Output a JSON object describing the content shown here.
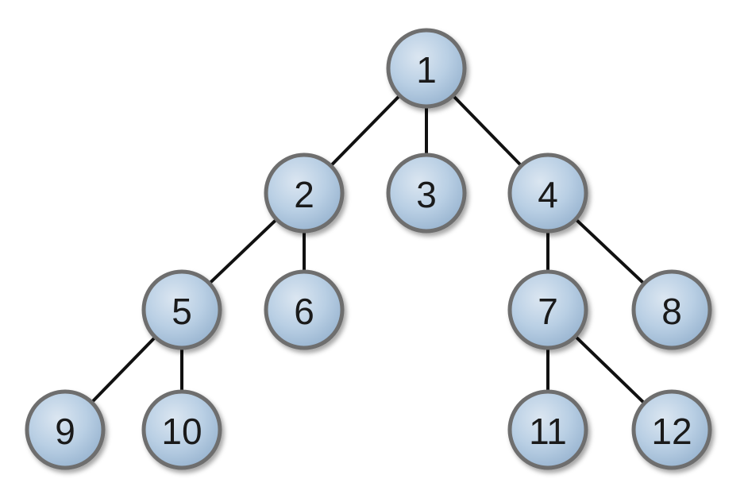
{
  "diagram": {
    "type": "tree",
    "colors": {
      "node_fill_light": "#dbe6f1",
      "node_fill": "#b9cfe4",
      "node_fill_dark": "#97b3cf",
      "node_border": "#6e6e6e",
      "edge": "#111111",
      "label": "#1a1a1a"
    },
    "nodes": [
      {
        "id": "1",
        "label": "1"
      },
      {
        "id": "2",
        "label": "2"
      },
      {
        "id": "3",
        "label": "3"
      },
      {
        "id": "4",
        "label": "4"
      },
      {
        "id": "5",
        "label": "5"
      },
      {
        "id": "6",
        "label": "6"
      },
      {
        "id": "7",
        "label": "7"
      },
      {
        "id": "8",
        "label": "8"
      },
      {
        "id": "9",
        "label": "9"
      },
      {
        "id": "10",
        "label": "10"
      },
      {
        "id": "11",
        "label": "11"
      },
      {
        "id": "12",
        "label": "12"
      }
    ],
    "edges": [
      {
        "from": "1",
        "to": "2"
      },
      {
        "from": "1",
        "to": "3"
      },
      {
        "from": "1",
        "to": "4"
      },
      {
        "from": "2",
        "to": "5"
      },
      {
        "from": "2",
        "to": "6"
      },
      {
        "from": "4",
        "to": "7"
      },
      {
        "from": "4",
        "to": "8"
      },
      {
        "from": "5",
        "to": "9"
      },
      {
        "from": "5",
        "to": "10"
      },
      {
        "from": "7",
        "to": "11"
      },
      {
        "from": "7",
        "to": "12"
      }
    ]
  }
}
